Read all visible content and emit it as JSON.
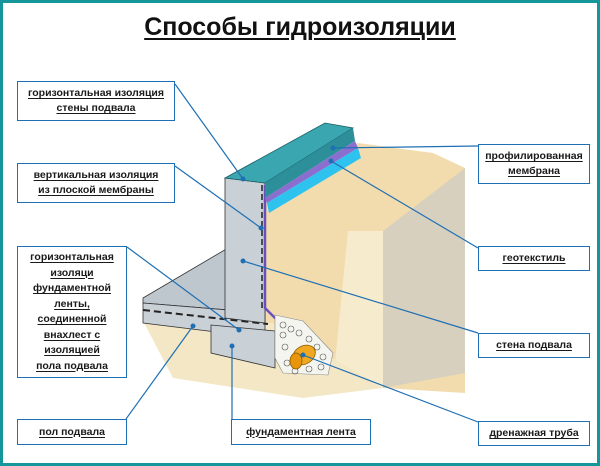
{
  "title": "Способы гидроизоляции",
  "colors": {
    "frame": "#14969a",
    "leader": "#1f6fb4",
    "wall_top": "#3aa6b0",
    "membrane_purple": "#8a6fd0",
    "geotextile_cyan": "#2ec3ef",
    "concrete": "#c9d0d6",
    "soil": "#f2dcae",
    "pipe": "#f0a820"
  },
  "labels": {
    "wall_horizontal": [
      "горизонтальная изоляция",
      "стены подвала"
    ],
    "vertical_membrane": [
      "вертикальная изоляция",
      "из плоской мембраны"
    ],
    "footing_horizontal": [
      "горизонтальная",
      "изоляци",
      "фундаментной",
      "ленты,",
      "соединенной",
      "внахлест с",
      "изоляцией",
      "пола подвала"
    ],
    "basement_floor": [
      "пол подвала"
    ],
    "footing": [
      "фундаментная лента"
    ],
    "profiled_membrane": [
      "профилированная",
      "мембрана"
    ],
    "geotextile": [
      "геотекстиль"
    ],
    "basement_wall": [
      "стена подвала"
    ],
    "drain_pipe": [
      "дренажная труба"
    ]
  }
}
